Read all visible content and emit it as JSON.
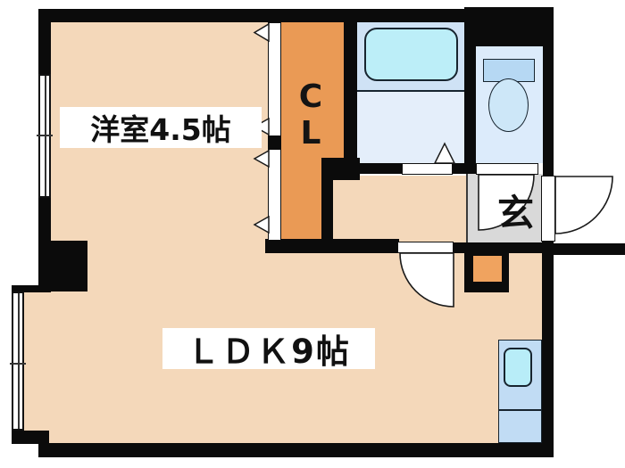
{
  "labels": {
    "western_room": "洋室4.5帖",
    "ldk": "ＬＤＫ9帖",
    "closet": [
      "C",
      "L"
    ],
    "entrance": "玄"
  },
  "colors": {
    "wall": "#0b0b0b",
    "room_floor": "#f4d8ba",
    "closet_orange": "#ea9a55",
    "pipe_space_orange": "#f0a35f",
    "entrance_floor_gray": "#d9d9d9",
    "bath_floor": "#cfe2f5",
    "washroom_floor": "#e4eefa",
    "toilet_floor": "#dcebfb",
    "bathtub": "#bceef8",
    "sink": "#b8edf8",
    "toilet_tank": "#b6d8f3",
    "toilet_bowl": "#cde7f8",
    "kitchen_counter": "#c1dcf4",
    "label_background": "#ffffff",
    "text": "#111111"
  }
}
